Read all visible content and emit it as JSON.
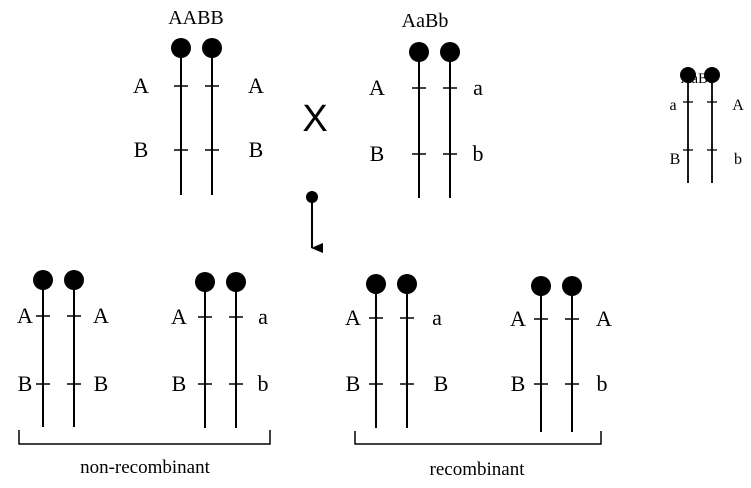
{
  "parents": {
    "parent1": {
      "genotype": "AABB",
      "left_alleles": [
        "A",
        "B"
      ],
      "right_alleles": [
        "A",
        "B"
      ]
    },
    "cross_symbol": "X",
    "parent2": {
      "genotype": "AaBb",
      "left_alleles": [
        "A",
        "B"
      ],
      "right_alleles": [
        "a",
        "b"
      ]
    }
  },
  "reference": {
    "genotype": "AaBb",
    "left_alleles": [
      "a",
      "B"
    ],
    "right_alleles": [
      "A",
      "b"
    ]
  },
  "offspring": [
    {
      "left_alleles": [
        "A",
        "B"
      ],
      "right_alleles": [
        "A",
        "B"
      ]
    },
    {
      "left_alleles": [
        "A",
        "B"
      ],
      "right_alleles": [
        "a",
        "b"
      ]
    },
    {
      "left_alleles": [
        "A",
        "B"
      ],
      "right_alleles": [
        "a",
        "B"
      ]
    },
    {
      "left_alleles": [
        "A",
        "B"
      ],
      "right_alleles": [
        "A",
        "b"
      ]
    }
  ],
  "groups": {
    "non_recombinant_label": "non-recombinant",
    "recombinant_label": "recombinant"
  }
}
